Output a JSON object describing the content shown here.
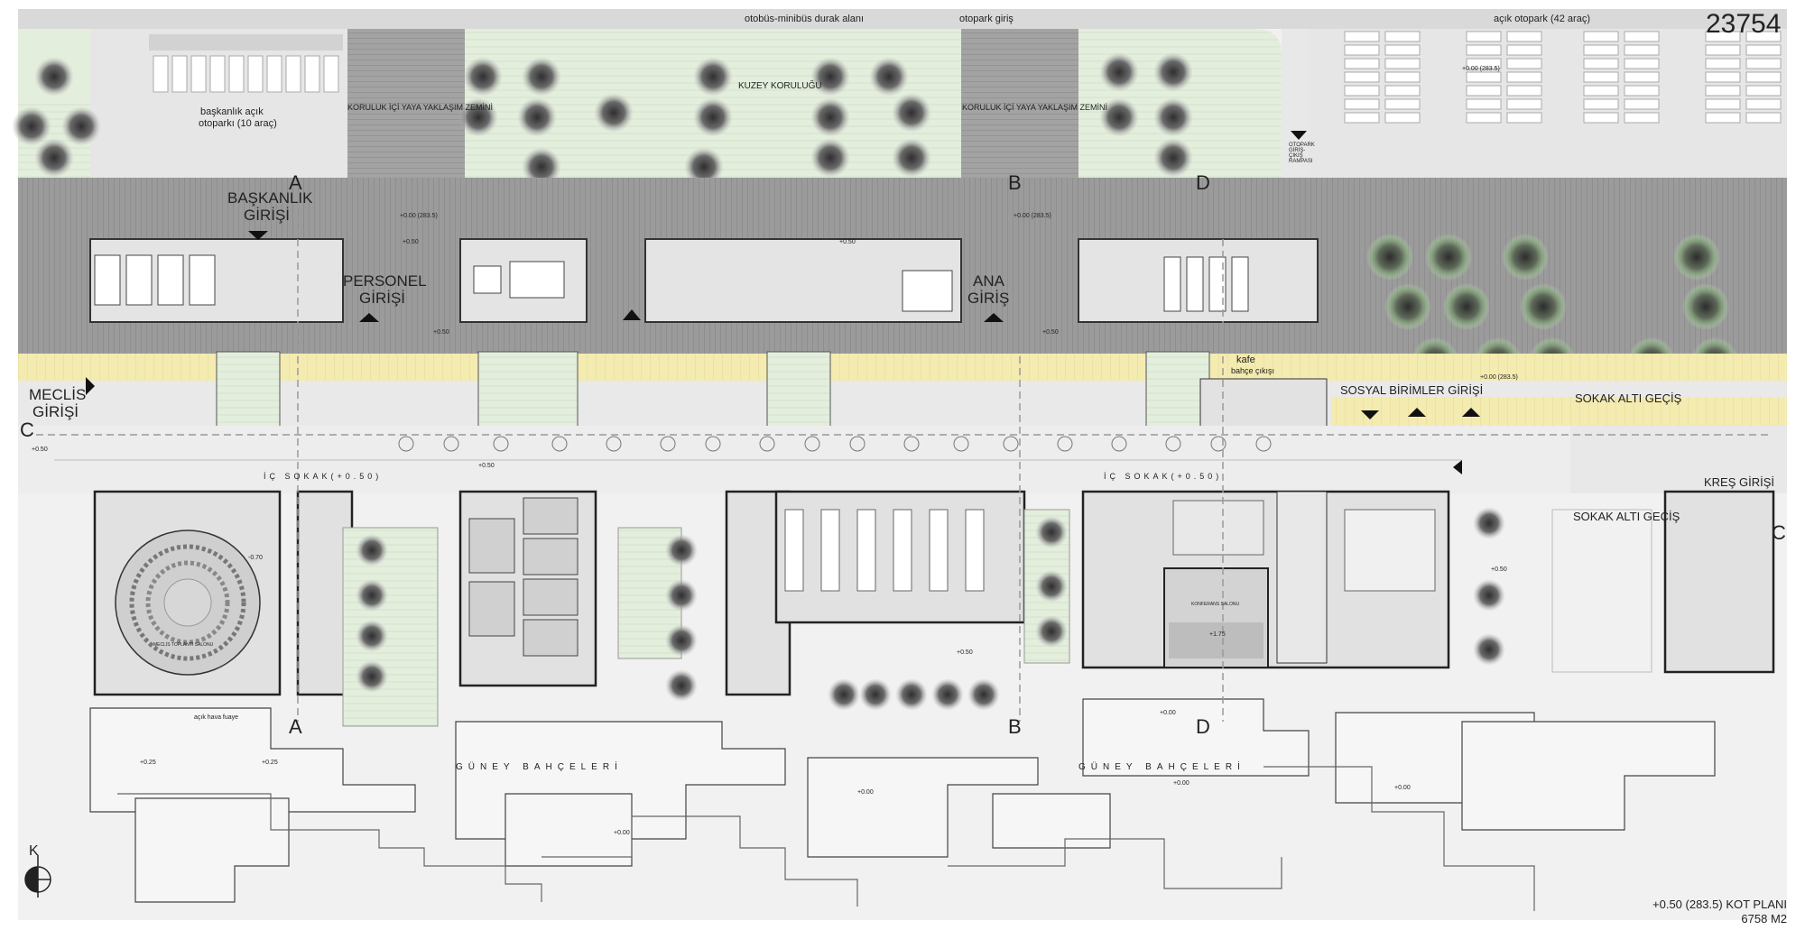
{
  "project_number": "23754",
  "top": {
    "bus_stop": "otobüs-minibüs durak alanı",
    "parking_entry": "otopark giriş",
    "open_parking": "açık otopark (42 araç)",
    "presidency_parking_line1": "başkanlık açık",
    "presidency_parking_line2": "otoparkı (10 araç)",
    "north_grove": "KUZEY KORULUĞU",
    "approach_zone_1": "KORULUK İÇİ YAYA YAKLAŞIM ZEMİNİ",
    "approach_zone_2": "KORULUK İÇİ YAYA YAKLAŞIM ZEMİNİ",
    "parking_ramp": "OTOPARK GİRİŞ-ÇIKIŞ RAMPASI"
  },
  "entrances": {
    "presidency_line1": "BAŞKANLIK",
    "presidency_line2": "GİRİŞİ",
    "staff_line1": "PERSONEL",
    "staff_line2": "GİRİŞİ",
    "main_line1": "ANA",
    "main_line2": "GİRİŞ",
    "council_line1": "MECLİS",
    "council_line2": "GİRİŞİ",
    "social_units": "SOSYAL BİRİMLER GİRİŞİ",
    "underpass_1": "SOKAK ALTI GEÇİŞ",
    "underpass_2": "SOKAK ALTI GEÇİŞ",
    "nursery": "KREŞ GİRİŞİ",
    "cafe_line1": "kafe",
    "cafe_line2": "bahçe çıkışı"
  },
  "streets": {
    "inner_street_1": "İÇ SOKAK(+0.50)",
    "inner_street_2": "İÇ SOKAK(+0.50)",
    "south_gardens_1": "GÜNEY BAHÇELERİ",
    "south_gardens_2": "GÜNEY BAHÇELERİ"
  },
  "sections": {
    "a_top": "A",
    "a_bottom": "A",
    "b_top": "B",
    "b_bottom": "B",
    "c_left": "C",
    "c_right": "C",
    "d_top": "D",
    "d_bottom": "D"
  },
  "levels": {
    "l1": "+0.00 (283.5)",
    "l2": "+0.00 (283.5)",
    "l3": "+0.00 (283.5)",
    "l4": "+0.00 (283.5)",
    "l5": "+0.50",
    "l6": "+0.50",
    "l7": "+0.50",
    "l8": "+0.50",
    "l9": "+0.50",
    "l10": "+0.50",
    "l11": "+0.50",
    "l12": "+0.50",
    "l13": "+0.00",
    "l14": "+0.00",
    "l15": "+0.00",
    "l16": "+0.00",
    "l17": "+0.00",
    "l18": "+0.25",
    "l19": "+0.25",
    "l20": "-0.70",
    "l21": "+1.75"
  },
  "rooms": {
    "council_hall": "MECLİS TOPLANTI SALONU",
    "conference_hall": "KONFERANS SALONU",
    "open_foyer": "açık hava fuaye"
  },
  "footer": {
    "north": "K",
    "plan_title": "+0.50 (283.5) KOT PLANI",
    "area": "6758 M2"
  }
}
